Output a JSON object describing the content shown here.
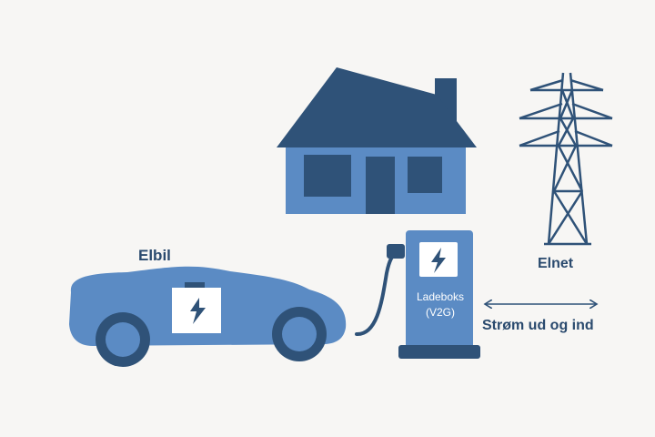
{
  "colors": {
    "background": "#f7f6f4",
    "primary_blue": "#5b8bc4",
    "dark_blue": "#2f5278",
    "text_blue": "#2a4a6e",
    "white": "#ffffff"
  },
  "labels": {
    "car": "Elbil",
    "charger_line1": "Ladeboks",
    "charger_line2": "(V2G)",
    "grid": "Elnet",
    "flow": "Strøm ud og ind"
  },
  "icons": {
    "house": "house-icon",
    "pylon": "power-pylon-icon",
    "car": "electric-car-icon",
    "charger": "charging-station-icon",
    "battery": "battery-icon",
    "bolt": "lightning-bolt-icon",
    "arrow": "bidirectional-arrow-icon"
  }
}
